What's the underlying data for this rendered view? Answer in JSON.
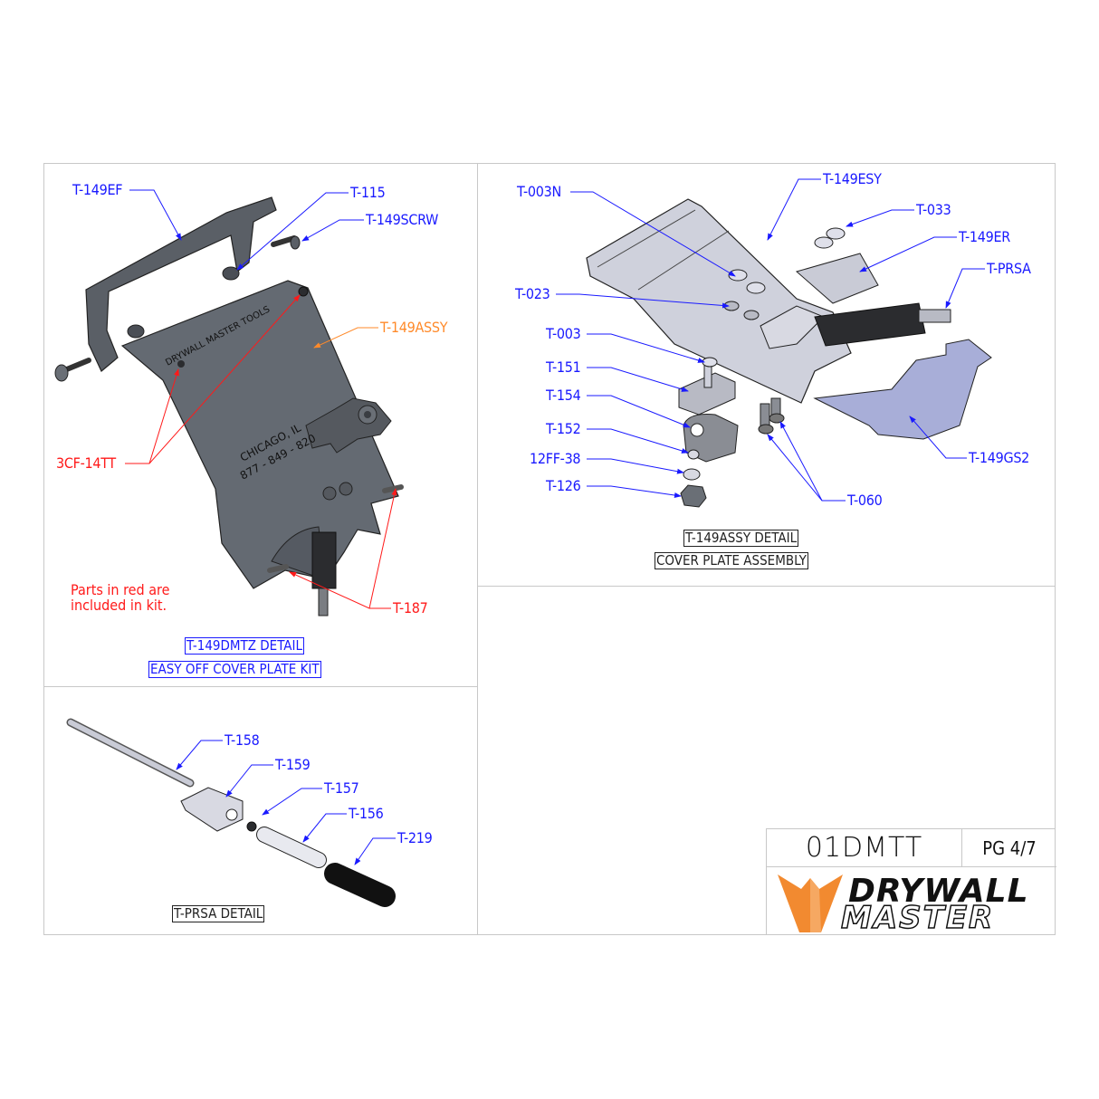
{
  "document": {
    "code": "01DMTT",
    "page": "PG 4/7",
    "logo": {
      "line1": "DRYWALL",
      "line2": "MASTER",
      "accent_color": "#f28a30"
    }
  },
  "colors": {
    "callout_blue": "#1a1aff",
    "callout_red": "#ff1a1a",
    "callout_orange": "#ff8a2a",
    "part_dark": "#5a5f66",
    "part_light": "#c9cbd6",
    "border": "#c8c8c8"
  },
  "panels": {
    "kit": {
      "title1": "T-149DMTZ DETAIL",
      "title2": "EASY OFF COVER PLATE KIT",
      "note_line1": "Parts in red are",
      "note_line2": "included in kit.",
      "imprint": {
        "brand": "DRYWALL MASTER TOOLS",
        "city": "CHICAGO, IL",
        "phone": "877 - 849 - 820"
      },
      "callouts": [
        {
          "id": "T-149EF",
          "color": "blue"
        },
        {
          "id": "T-115",
          "color": "blue"
        },
        {
          "id": "T-149SCRW",
          "color": "blue"
        },
        {
          "id": "T-149ASSY",
          "color": "orange"
        },
        {
          "id": "3CF-14TT",
          "color": "red"
        },
        {
          "id": "T-187",
          "color": "red"
        }
      ]
    },
    "assembly": {
      "title1": "T-149ASSY DETAIL",
      "title2": "COVER PLATE ASSEMBLY",
      "callouts": [
        {
          "id": "T-003N"
        },
        {
          "id": "T-149ESY"
        },
        {
          "id": "T-033"
        },
        {
          "id": "T-149ER"
        },
        {
          "id": "T-PRSA"
        },
        {
          "id": "T-023"
        },
        {
          "id": "T-003"
        },
        {
          "id": "T-151"
        },
        {
          "id": "T-154"
        },
        {
          "id": "T-152"
        },
        {
          "id": "12FF-38"
        },
        {
          "id": "T-126"
        },
        {
          "id": "T-060"
        },
        {
          "id": "T-149GS2"
        }
      ]
    },
    "prsa": {
      "title": "T-PRSA DETAIL",
      "callouts": [
        {
          "id": "T-158"
        },
        {
          "id": "T-159"
        },
        {
          "id": "T-157"
        },
        {
          "id": "T-156"
        },
        {
          "id": "T-219"
        }
      ]
    }
  }
}
